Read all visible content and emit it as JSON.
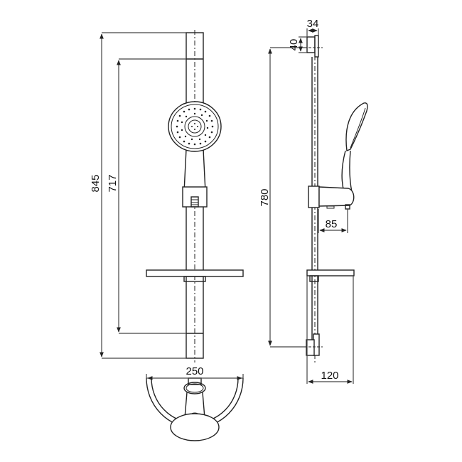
{
  "drawing": {
    "title": "Shower rail kit technical drawing",
    "line_color": "#222222",
    "background": "#ffffff"
  },
  "front_view": {
    "dimensions": {
      "overall_height": "845",
      "rail_span": "717",
      "soap_dish_width": "250"
    }
  },
  "side_view": {
    "dimensions": {
      "bracket_depth": "34",
      "bracket_height": "40",
      "mount_height": "780",
      "holder_projection": "85",
      "dish_projection": "120"
    }
  }
}
